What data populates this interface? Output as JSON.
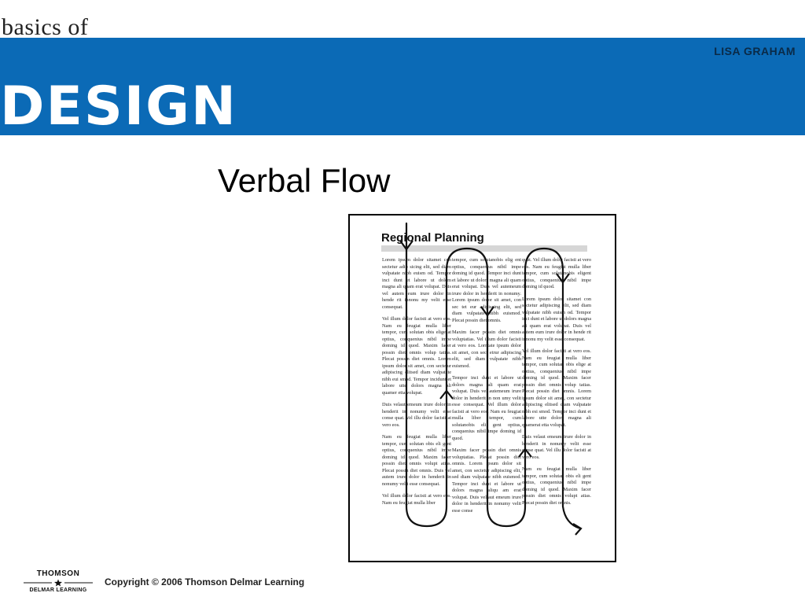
{
  "header": {
    "book_word": "basics of",
    "book_title": "DESIGN",
    "author": "LISA GRAHAM"
  },
  "slide": {
    "title": "Verbal Flow"
  },
  "figure": {
    "heading": "Regional Planning",
    "columns": [
      {
        "paragraphs": [
          "Lorem ipsum dolor sitamet con sectetur adip sicing elit, sed diam vulpatate nibh euism od. Tempor inci dunt et labore ut dolom magna ali quam erat volupat. Duis vel autem eum irure dolor in hende rit innonu my velit esse consequat.",
          "Vel illum dolor facisti at vero eos. Nam eu feugiat mulla liber tempor, cum solutan obis elige at optius, conquenius nibil impe doming id quod. Maxim facer possin diet omnis volup tatias. Plecat possin diet omnis. Lorem ipsum dolor sit amet, con sectetur adipiscing elitsed diam vulpatate nibh eui smod. Tempor incidunt et labore utte dolors magna ali quamer etta volupat.",
          "Duis velaut emeum irure dolor in henderit in nonumy velit esse conse quat. Vel illu dolor facisti at vero eos.",
          "Nam eu feugiat mulla liber tempor, cum solutan obis eli gent optius, conquenius nibil impe doming id quod. Maxim facer possin diet omnis volupt atias. Plecat possin diet omnis. Duis vel autem irure dolor in henderit in nonumy velit esse consequat.",
          "Vel illum dolor facisti at vero eos. Nam eu feugiat mulla liber"
        ]
      },
      {
        "paragraphs": [
          "tempor, cum solutanobis elig ent optius, conquenius nibil impe doming id quod. Tempor inci dunt et labore ut dolors magna ali quam erat volupat. Duis vel autemeum irure dolor in henderit in nonumy. Lorem ipsum dolor sit amet, con sec tet eur adipiscing elit, sed diam vulpatate nibh euismod. Plecat possin diet omnis.",
          "Maxim facer possin diet omnis voluptatias. Vel illum dolor facisti at vero eos. Lorntate ipsum dolor sit amet, con sect etrur adipiscing elit, sed diam vulpatate nibh euismod.",
          "Tempor inci dunt et labore ut dolors magna ali quam erat volupat. Duis vel autemeum irure dolor in henderit in non umy velit esse consequat. Vel illum dolor facisti at vero eos. Nam eu feugiat mulla liber tempor, cum solutanobis eli gent optius, conquenius nibil impe doming id quod.",
          "Maxim facer possin diet omnis voluptatias. Plecat possin diet omnis. Lorem ipsum dolor sit amet, con sectetur adipiscing elit, sed diam vulpatate nibh euismod. Tempor inci dunt et labore ut dolors magna aliqu am erat volupat. Duis vel aut emeum irure dolor in henderit in nonumy velit esse conse"
        ]
      },
      {
        "paragraphs": [
          "quat. Vel illum dolor facisti at vero eos. Nam eu feugiat mulla liber tempor, cum solutanobis eligent optius, conquenius nibil impe doming id quod.",
          "Lorem ipsum dolor sitamet con sectetur adipiscing elit, sed diam vulpatate nibh euism od. Tempor inci dunt et labore ut dolors magna ali quam erat volupat. Duis vel autem eum irure dolor in hende rit innonu my velit esse consequat.",
          "Vel illum dolor facisti at vero eos. Nam eu feugiat mulla liber tempor, cum solutan obis elige at optius, conquenius nibil impe doming id quod. Maxim facer possin diet omnis volup tatias. Plecat possin diet omnis. Lorem ipsum dolor sit amet, con sectetur adipiscing elitsed diam vulpatate nibh esi smod. Tempor inci dunt et labore utte dolors magna ali quamerat etta volupat.",
          "Duis velaut emeum irure dolor in henderit in nonumy velit esse conse quat. Vel illu dolor facisti at vero eos.",
          "Nam eu feugiat mulla liber tempor, cum solutan obis eli gent optius, conquenius nibil impe doming id quod. Maxim facer possin diet omnis volupt atias. Plecat possin diet omnis."
        ]
      }
    ]
  },
  "footer": {
    "logo_top": "THOMSON",
    "logo_bottom": "DELMAR LEARNING",
    "copyright": "Copyright © 2006 Thomson Delmar Learning"
  },
  "colors": {
    "band": "#0b6ab6",
    "title_text": "#ffffff",
    "author_text": "#0a2a47"
  }
}
